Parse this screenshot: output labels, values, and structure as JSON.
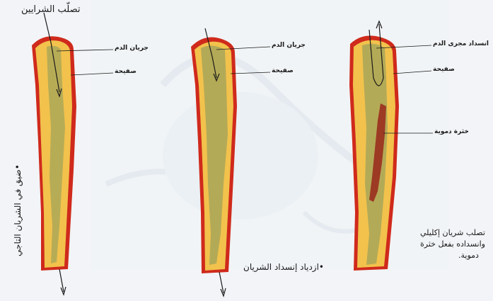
{
  "title": "تصلّب الشرايين",
  "panel1": {
    "label_flow": "جريان الدم",
    "label_plaque": "صفيحة",
    "caption": "•ضيق في الشريان التاجي"
  },
  "panel2": {
    "label_flow": "جريان الدم",
    "label_plaque": "صفيحة",
    "caption": "•ازدياد إنسداد الشريان"
  },
  "panel3": {
    "label_block": "انسداد مجرى الدم",
    "label_plaque": "صفيحة",
    "label_clot": "خثرة دموية",
    "caption_lines": [
      "تصلب شريان إكليلي",
      "وانسداده بفعل خثرة",
      "دموية."
    ]
  },
  "colors": {
    "wall_red": "#cf2a1c",
    "vessel_yellow": "#f2c24c",
    "plaque_green": "#a3a45a",
    "clot_red": "#9c3a24",
    "arrow": "#1a1a1a"
  }
}
